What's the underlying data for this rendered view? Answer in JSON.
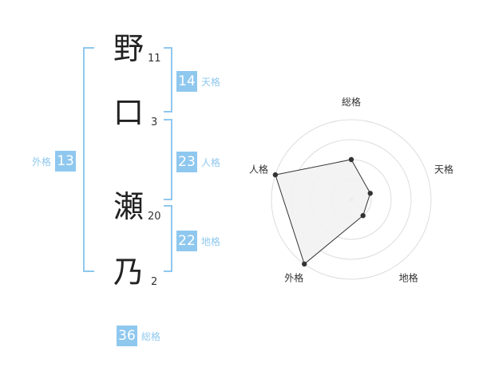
{
  "name": {
    "characters": [
      {
        "char": "野",
        "strokes": "11"
      },
      {
        "char": "口",
        "strokes": "3"
      },
      {
        "char": "瀬",
        "strokes": "20"
      },
      {
        "char": "乃",
        "strokes": "2"
      }
    ]
  },
  "fortunes": {
    "tenkaku": {
      "value": "14",
      "label": "天格"
    },
    "jinkaku": {
      "value": "23",
      "label": "人格"
    },
    "chikaku": {
      "value": "22",
      "label": "地格"
    },
    "gaikaku": {
      "value": "13",
      "label": "外格"
    },
    "soukaku": {
      "value": "36",
      "label": "総格"
    }
  },
  "colors": {
    "accent": "#8fc8ef",
    "radar_fill": "#f2f2f2",
    "radar_line": "#333333",
    "ring": "#dddddd"
  },
  "chart_data": {
    "type": "radar",
    "axes": [
      "総格",
      "天格",
      "地格",
      "外格",
      "人格"
    ],
    "values": [
      2,
      1,
      1,
      4,
      4
    ],
    "rlim": [
      0,
      4
    ]
  }
}
